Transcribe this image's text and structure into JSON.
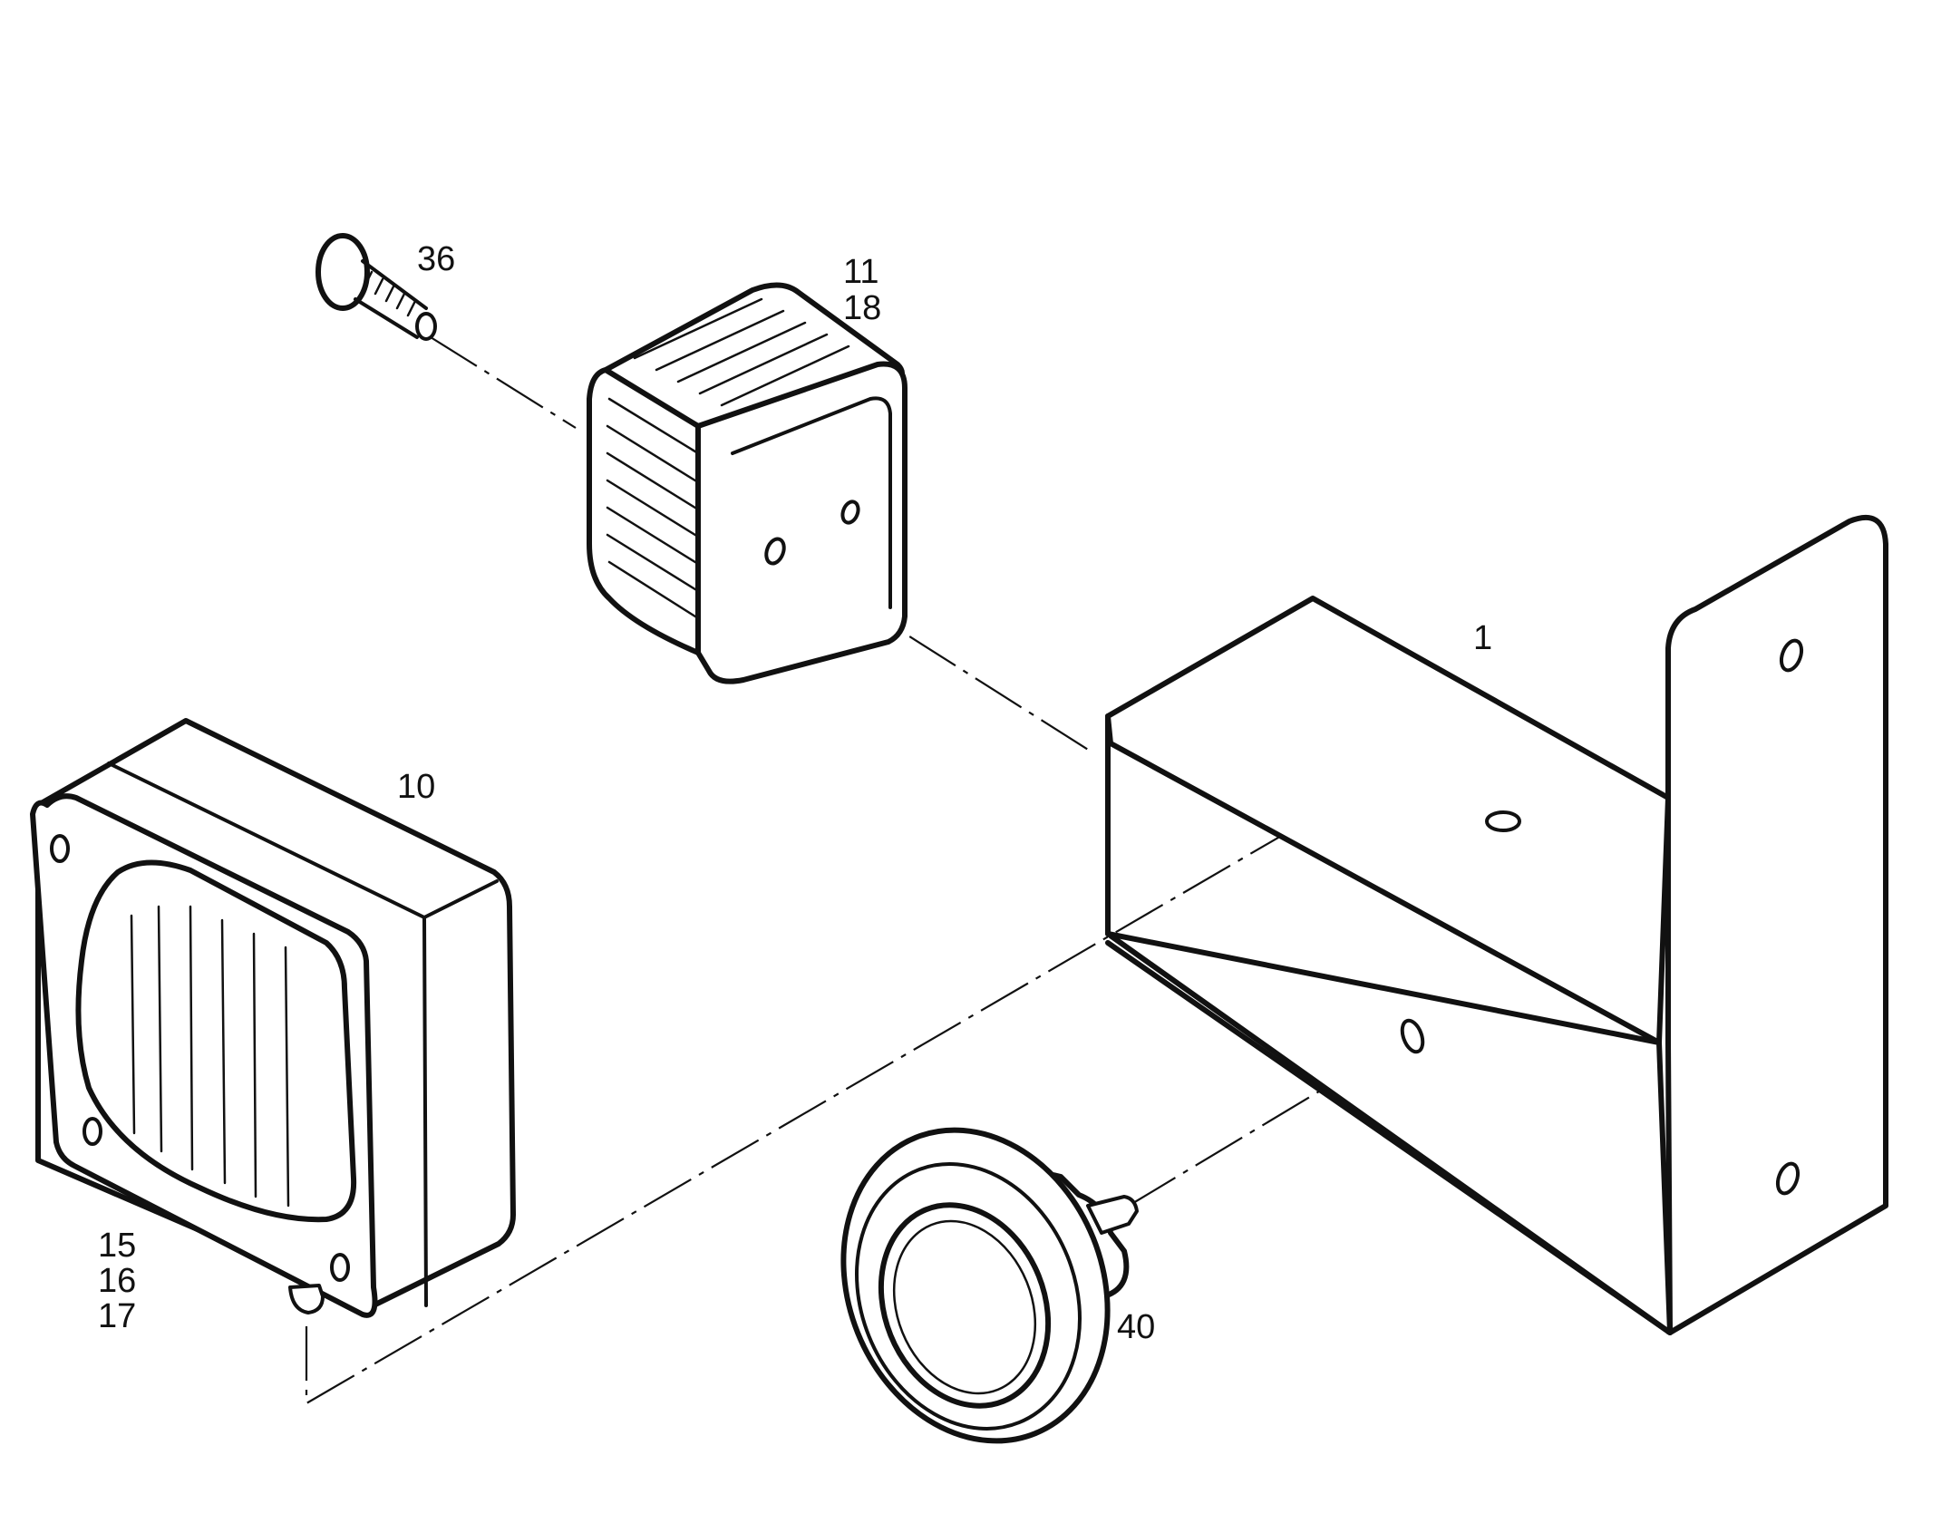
{
  "callouts": {
    "screw": "36",
    "marker_lamp_a": "11",
    "marker_lamp_b": "18",
    "bracket": "1",
    "work_lamp": "10",
    "bulb_a": "15",
    "bulb_b": "16",
    "bulb_c": "17",
    "round_lamp": "40"
  }
}
